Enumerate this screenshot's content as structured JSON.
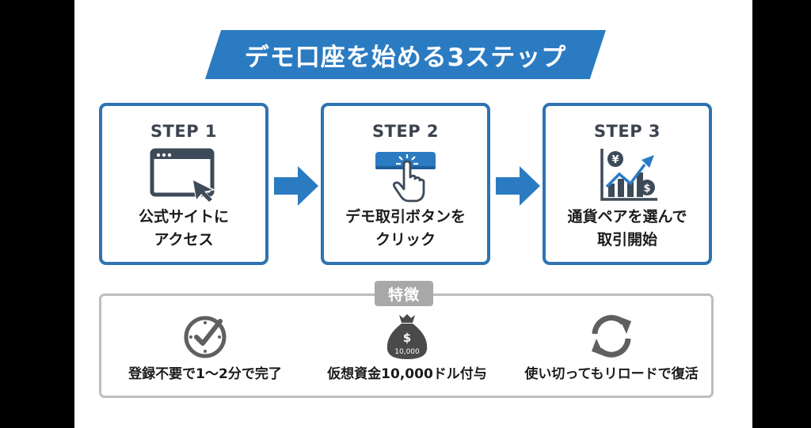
{
  "title": "デモ口座を始める3ステップ",
  "colors": {
    "accent": "#2b7bc2",
    "card_border": "#2f73b3",
    "icon_dark": "#3d4a58",
    "feature_gray": "#5f5f5f",
    "tag_gray": "#a8a8a8"
  },
  "steps": [
    {
      "label": "STEP 1",
      "icon": "browser-cursor-icon",
      "lines": [
        "公式サイトに",
        "アクセス"
      ]
    },
    {
      "label": "STEP 2",
      "icon": "click-button-icon",
      "lines": [
        "デモ取引ボタンを",
        "クリック"
      ]
    },
    {
      "label": "STEP 3",
      "icon": "trading-chart-icon",
      "lines": [
        "通貨ペアを選んで",
        "取引開始"
      ]
    }
  ],
  "arrows": [
    "right-arrow-icon",
    "right-arrow-icon"
  ],
  "features": {
    "tag": "特徴",
    "items": [
      {
        "icon": "clock-check-icon",
        "text": "登録不要で1〜2分で完了"
      },
      {
        "icon": "money-bag-icon",
        "icon_text_symbol": "$",
        "icon_text_amount": "10,000",
        "text": "仮想資金10,000ドル付与"
      },
      {
        "icon": "reload-icon",
        "text": "使い切ってもリロードで復活"
      }
    ]
  }
}
